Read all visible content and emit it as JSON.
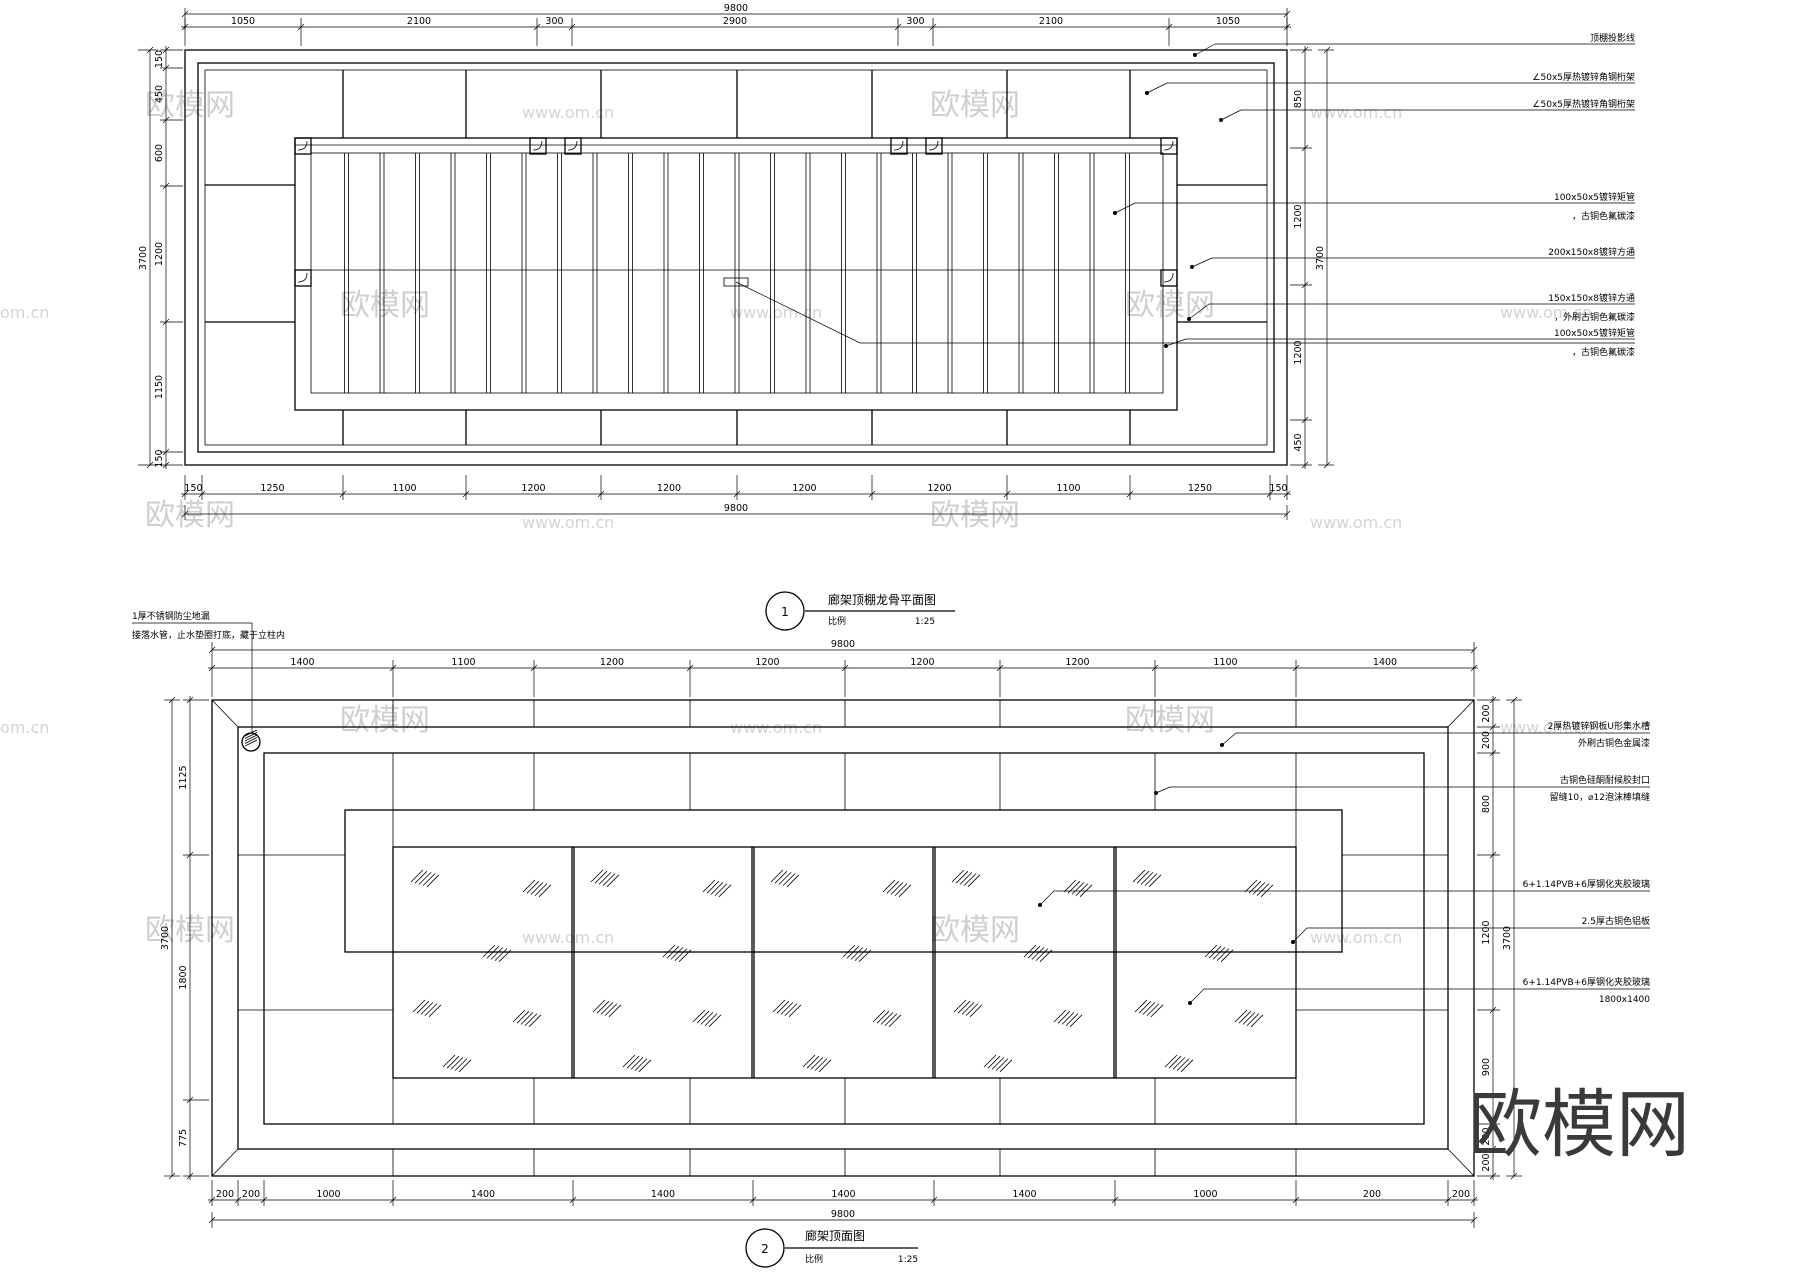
{
  "drawing1": {
    "title": "廊架顶棚龙骨平面图",
    "number": "1",
    "scale_label": "比例",
    "scale": "1:25",
    "dims_top": [
      "1050",
      "2100",
      "300",
      "2900",
      "300",
      "2100",
      "1050"
    ],
    "total_top": "9800",
    "dims_bottom": [
      "150",
      "1250",
      "1100",
      "1200",
      "1200",
      "1200",
      "1200",
      "1100",
      "1250",
      "150"
    ],
    "total_bottom": "9800",
    "dims_left": [
      "150",
      "450",
      "600",
      "1200",
      "1150",
      "150"
    ],
    "total_left": "3700",
    "dims_right": [
      "850",
      "1200",
      "1200",
      "450"
    ],
    "total_right": "3700",
    "annotations": [
      "顶棚投影线",
      "∠50x5厚热镀锌角钢桁架",
      "∠50x5厚热镀锌角钢桁架",
      "100x50x5镀锌矩管",
      "，古铜色氟碳漆",
      "200x150x8镀锌方通",
      "150x150x8镀锌方通",
      "，外刷古铜色氟碳漆",
      "100x50x5镀锌矩管",
      "，古铜色氟碳漆"
    ]
  },
  "drawing2": {
    "title": "廊架顶面图",
    "number": "2",
    "scale_label": "比例",
    "scale": "1:25",
    "dims_top": [
      "1400",
      "1100",
      "1200",
      "1200",
      "1200",
      "1200",
      "1100",
      "1400"
    ],
    "total_top": "9800",
    "dims_bottom": [
      "200",
      "200",
      "1000",
      "1400",
      "1400",
      "1400",
      "1400",
      "1000",
      "200",
      "200"
    ],
    "total_bottom": "9800",
    "dims_left": [
      "1125",
      "1800",
      "775"
    ],
    "total_left": "3700",
    "dims_right": [
      "200",
      "200",
      "800",
      "1200",
      "900",
      "200",
      "200"
    ],
    "total_right": "3700",
    "drain_note": [
      "1厚不锈钢防尘地漏",
      "接落水管，止水垫圈打底，藏于立柱内"
    ],
    "annotations": [
      "2厚热镀锌钢板U形集水槽",
      "外刷古铜色金属漆",
      "古铜色硅酮耐候胶封口",
      "留缝10，⌀12泡沫棒填缝",
      "6+1.14PVB+6厚钢化夹胶玻璃",
      "2.5厚古铜色铝板",
      "6+1.14PVB+6厚钢化夹胶玻璃",
      "1800x1400"
    ]
  },
  "watermark": {
    "brand": "欧模网",
    "url": "www.om.cn",
    "url_short": "om.cn"
  }
}
